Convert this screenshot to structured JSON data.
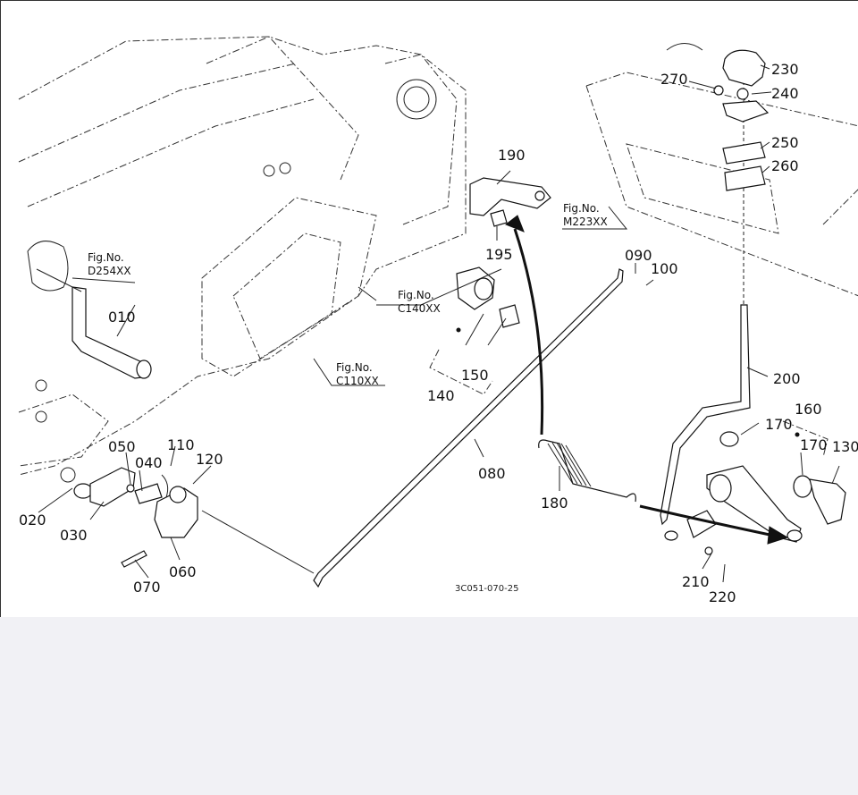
{
  "diagram": {
    "code": "3C051-070-25",
    "fig_refs": [
      {
        "prefix": "Fig.No.",
        "id": "D254XX"
      },
      {
        "prefix": "Fig.No.",
        "id": "C140XX"
      },
      {
        "prefix": "Fig.No.",
        "id": "C110XX"
      },
      {
        "prefix": "Fig.No.",
        "id": "M223XX"
      }
    ],
    "labels": [
      "010",
      "020",
      "030",
      "040",
      "050",
      "060",
      "070",
      "080",
      "090",
      "100",
      "110",
      "120",
      "130",
      "140",
      "150",
      "160",
      "170",
      "170",
      "180",
      "190",
      "195",
      "200",
      "210",
      "220",
      "230",
      "240",
      "250",
      "260",
      "270"
    ]
  }
}
